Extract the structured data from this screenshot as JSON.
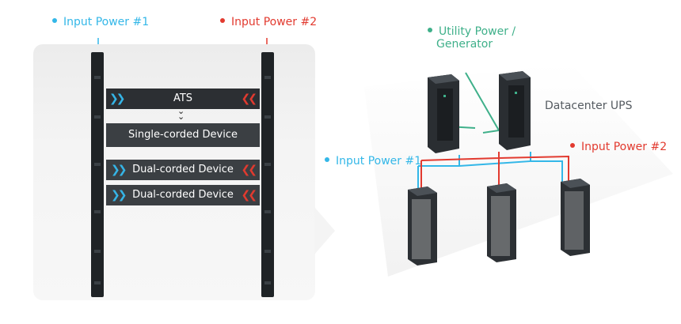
{
  "left": {
    "input1_label": "Input Power #1",
    "input2_label": "Input Power #2",
    "ats_label": "ATS",
    "single_label": "Single-corded Device",
    "dual1_label": "Dual-corded Device",
    "dual2_label": "Dual-corded Device"
  },
  "right": {
    "utility_line1": "Utility Power /",
    "utility_line2": "Generator",
    "ups_label": "Datacenter UPS",
    "input1_label": "Input Power #1",
    "input2_label": "Input Power #2"
  },
  "colors": {
    "blue": "#33b7e8",
    "red": "#e23a2f",
    "green": "#3fb08a"
  }
}
